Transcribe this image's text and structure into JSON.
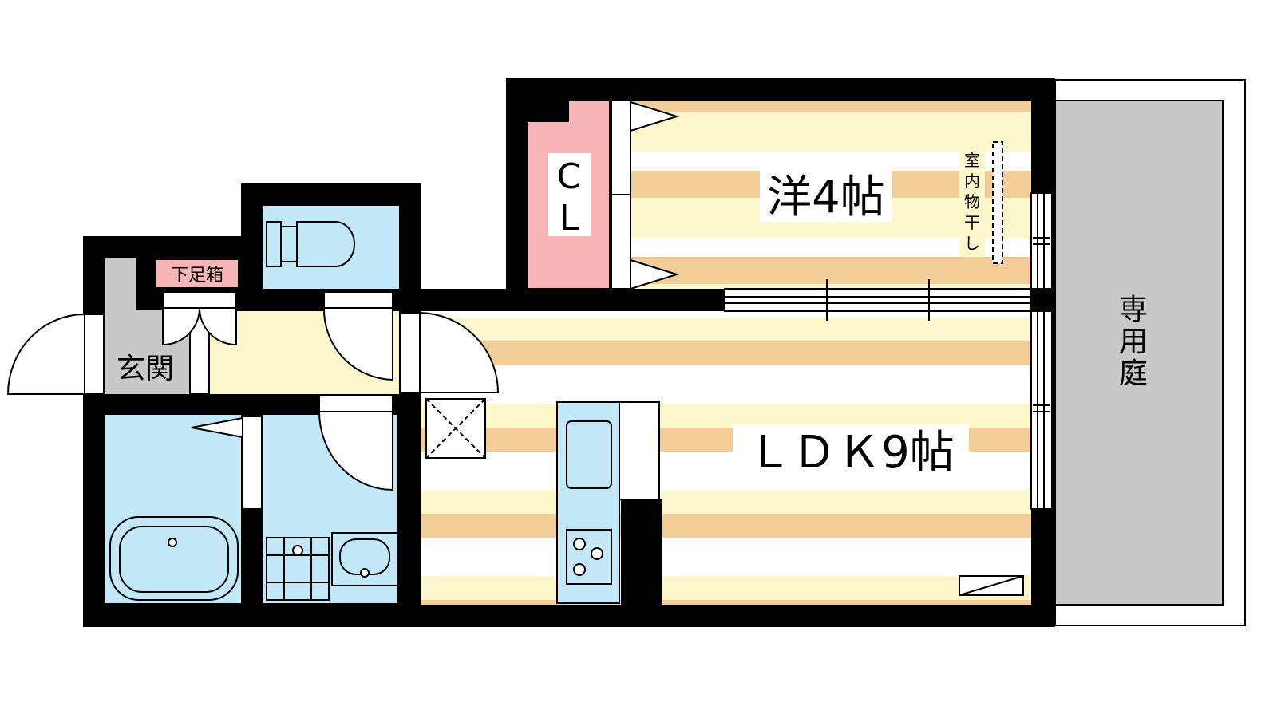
{
  "rooms": {
    "western": "洋4帖",
    "ldk": "ＬＤＫ9帖",
    "closet_line1": "C",
    "closet_line2": "L",
    "entrance": "玄関",
    "shoe_box": "下足箱",
    "garden": [
      "専",
      "用",
      "庭"
    ],
    "indoor_drying": [
      "室",
      "内",
      "物",
      "干",
      "し"
    ]
  },
  "colors": {
    "wall": "#000000",
    "floor_stripe": "#f2cd97",
    "floor_base": "#fdf8cc",
    "wet_area": "#c2e8f8",
    "closet": "#f7b5b8",
    "entrance_floor": "#c8c8c8",
    "garden": "#c8c8c8",
    "hall": "#fdf8cc"
  }
}
